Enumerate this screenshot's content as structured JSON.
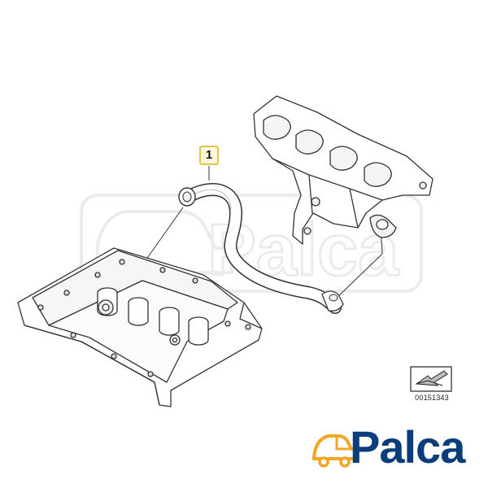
{
  "callout": {
    "label": "1"
  },
  "reference": {
    "number": "00151343",
    "icon": "arrow-box-icon"
  },
  "logo": {
    "text": "Palca",
    "icon": "car-outline-icon",
    "colors": {
      "primary": "#0a3e7a",
      "accent": "#f2a623"
    }
  },
  "watermark": {
    "text": "Palca"
  },
  "colors": {
    "line": "#333333",
    "callout_border": "#e1c24a",
    "callout_fill": "#fff8d9"
  }
}
